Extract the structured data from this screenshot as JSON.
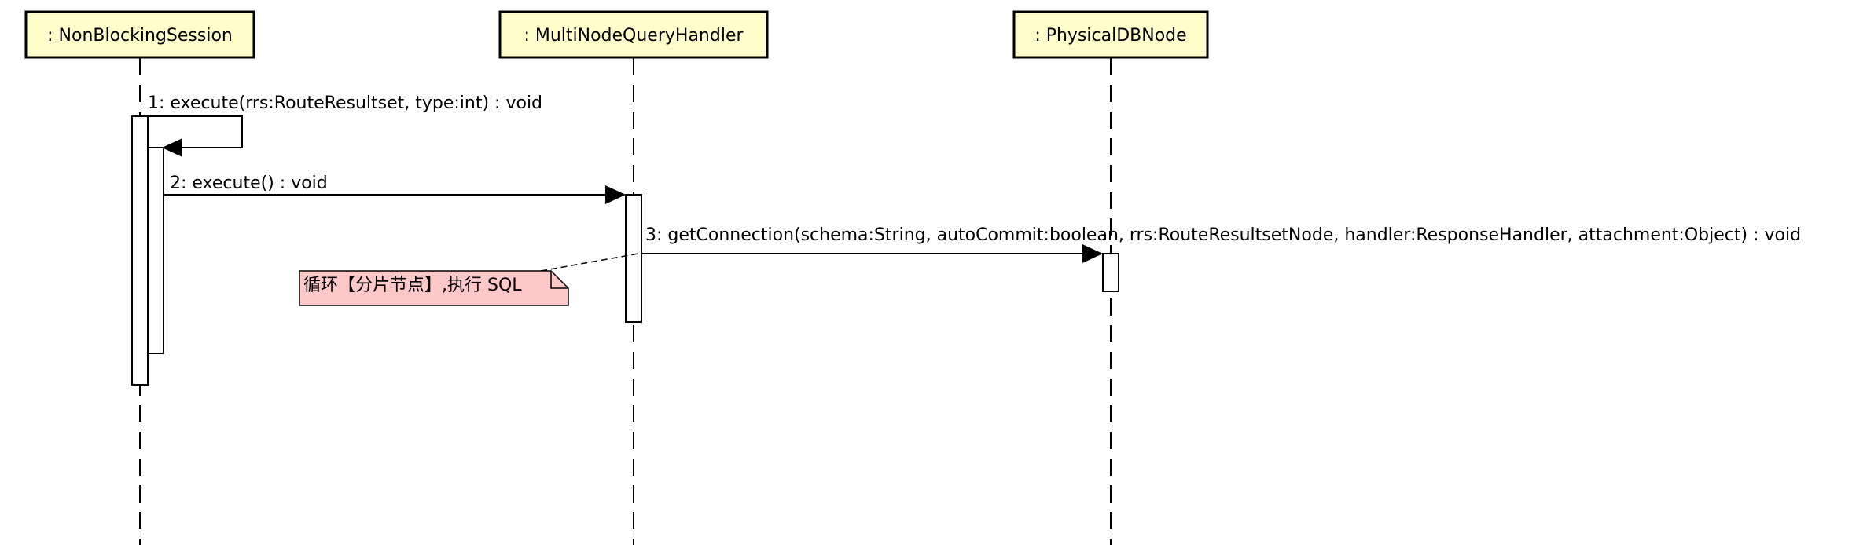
{
  "lifelines": [
    {
      "id": "nbs",
      "label": ": NonBlockingSession"
    },
    {
      "id": "mnqh",
      "label": ": MultiNodeQueryHandler"
    },
    {
      "id": "pdn",
      "label": ": PhysicalDBNode"
    }
  ],
  "messages": [
    {
      "label": "1: execute(rrs:RouteResultset, type:int) : void"
    },
    {
      "label": "2: execute() : void"
    },
    {
      "label": "3: getConnection(schema:String, autoCommit:boolean, rrs:RouteResultsetNode, handler:ResponseHandler, attachment:Object) : void"
    }
  ],
  "note": {
    "text": "循环【分片节点】,执行 SQL"
  }
}
